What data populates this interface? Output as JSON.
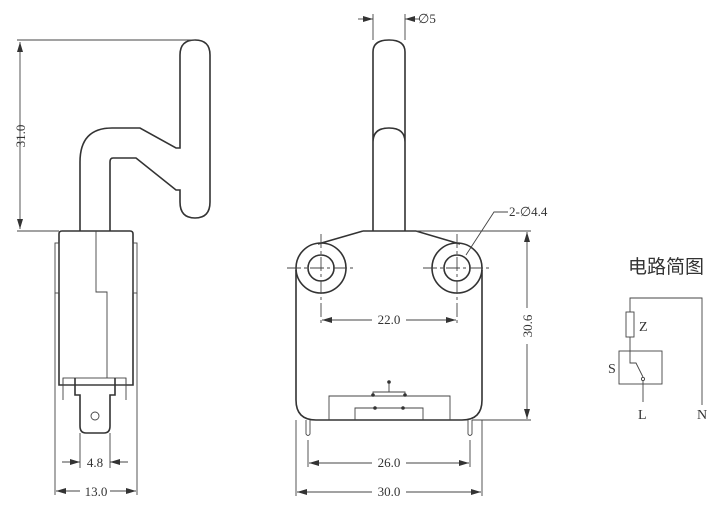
{
  "side_view": {
    "height_dim": "31.0",
    "terminal_width_dim": "4.8",
    "body_width_dim": "13.0"
  },
  "front_view": {
    "lever_diameter_dim": "∅5",
    "hole_callout": "2-∅4.4",
    "hole_spacing_dim": "22.0",
    "body_height_dim": "30.6",
    "pin_spacing_dim": "26.0",
    "body_width_dim": "30.0"
  },
  "circuit": {
    "title": "电路简图",
    "z_label": "Z",
    "s_label": "S",
    "l_label": "L",
    "n_label": "N"
  }
}
